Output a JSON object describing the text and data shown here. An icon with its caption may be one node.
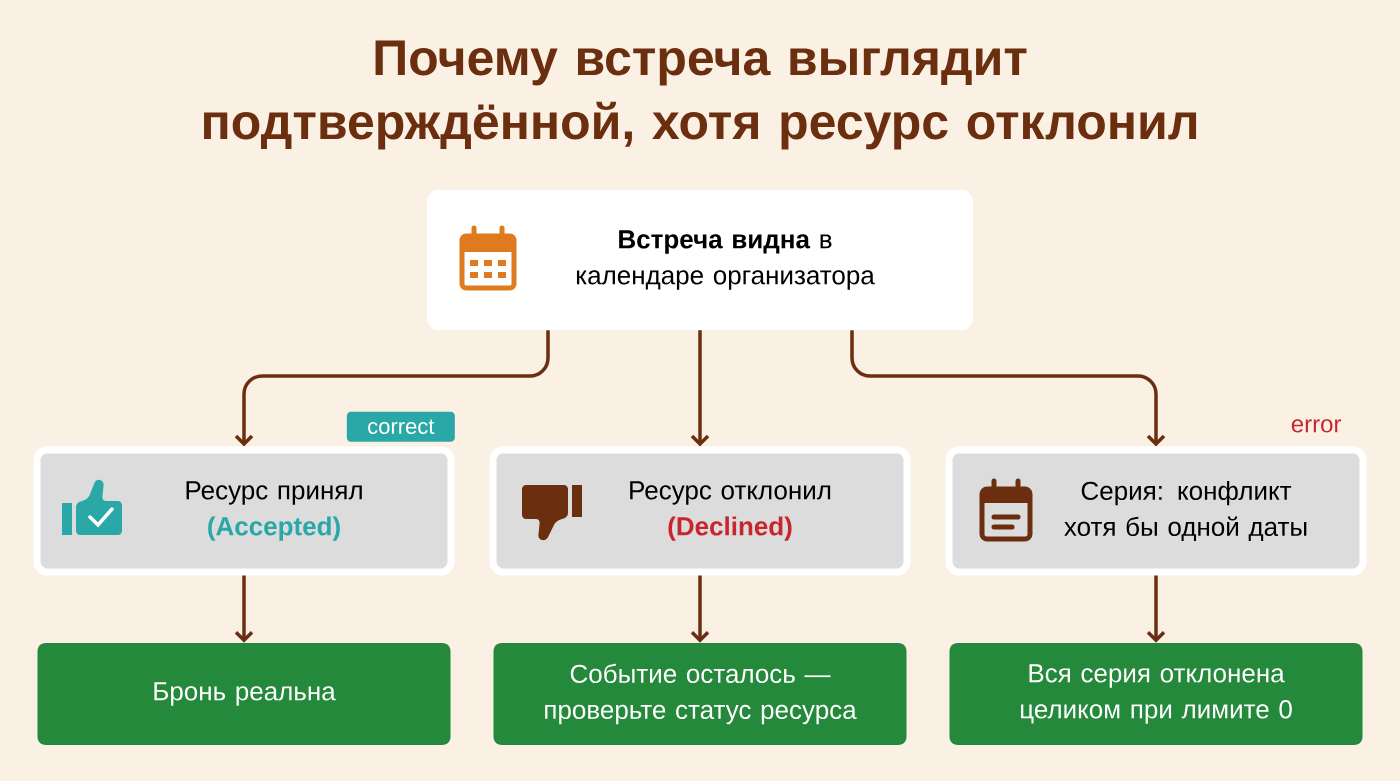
{
  "diagram": {
    "title": "Почему встреча выглядит подтверждённой, хотя ресурс отклонил",
    "nodes": [
      {
        "text": [
          "**Встреча видна** в календаре организатора"
        ]
      },
      {
        "text": [
          "Ресурс принял",
          "(Accepted)"
        ],
        "beside": [
          "correct"
        ]
      },
      {
        "text": [
          "Ресурс отклонил",
          "(Declined)"
        ]
      },
      {
        "text": [
          "Серия: конфликт хотя бы одной даты"
        ],
        "beside": [
          "error"
        ]
      },
      {
        "text": [
          "Бронь реальна"
        ]
      },
      {
        "text": [
          "Событие осталось — проверьте статус ресурса"
        ]
      },
      {
        "text": [
          "Вся серия отклонена целиком при лимите 0"
        ]
      }
    ],
    "edges": [
      {
        "from": 0,
        "to": 1,
        "arrow": "to"
      },
      {
        "from": 0,
        "to": 2,
        "arrow": "to"
      },
      {
        "from": 0,
        "to": 3,
        "arrow": "to"
      },
      {
        "from": 1,
        "to": 4,
        "arrow": "to"
      },
      {
        "from": 2,
        "to": 5,
        "arrow": "to"
      },
      {
        "from": 3,
        "to": 6,
        "arrow": "to"
      }
    ]
  }
}
